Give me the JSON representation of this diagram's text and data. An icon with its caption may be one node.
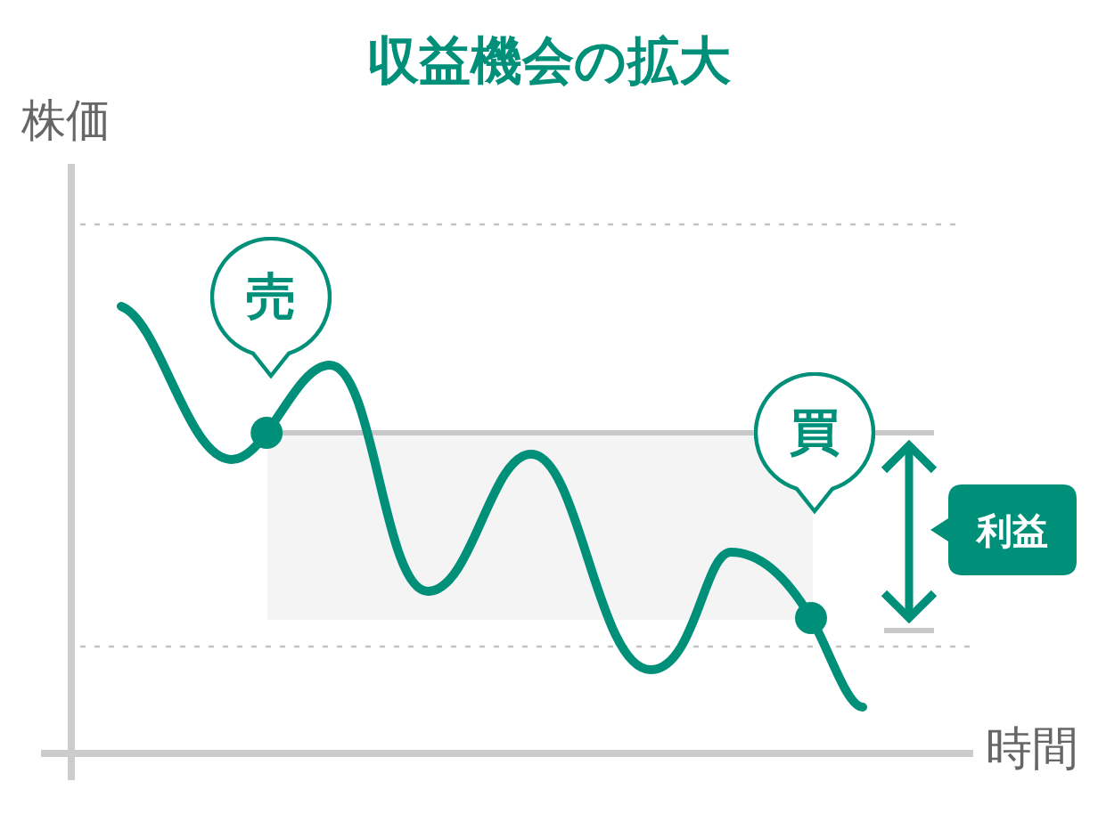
{
  "diagram": {
    "title": "収益機会の拡大",
    "nodes": [
      {
        "text": [
          "売"
        ]
      },
      {
        "text": [
          "買"
        ]
      },
      {
        "text": [
          "利益"
        ]
      }
    ],
    "labels": [
      "株価",
      "時間"
    ]
  }
}
